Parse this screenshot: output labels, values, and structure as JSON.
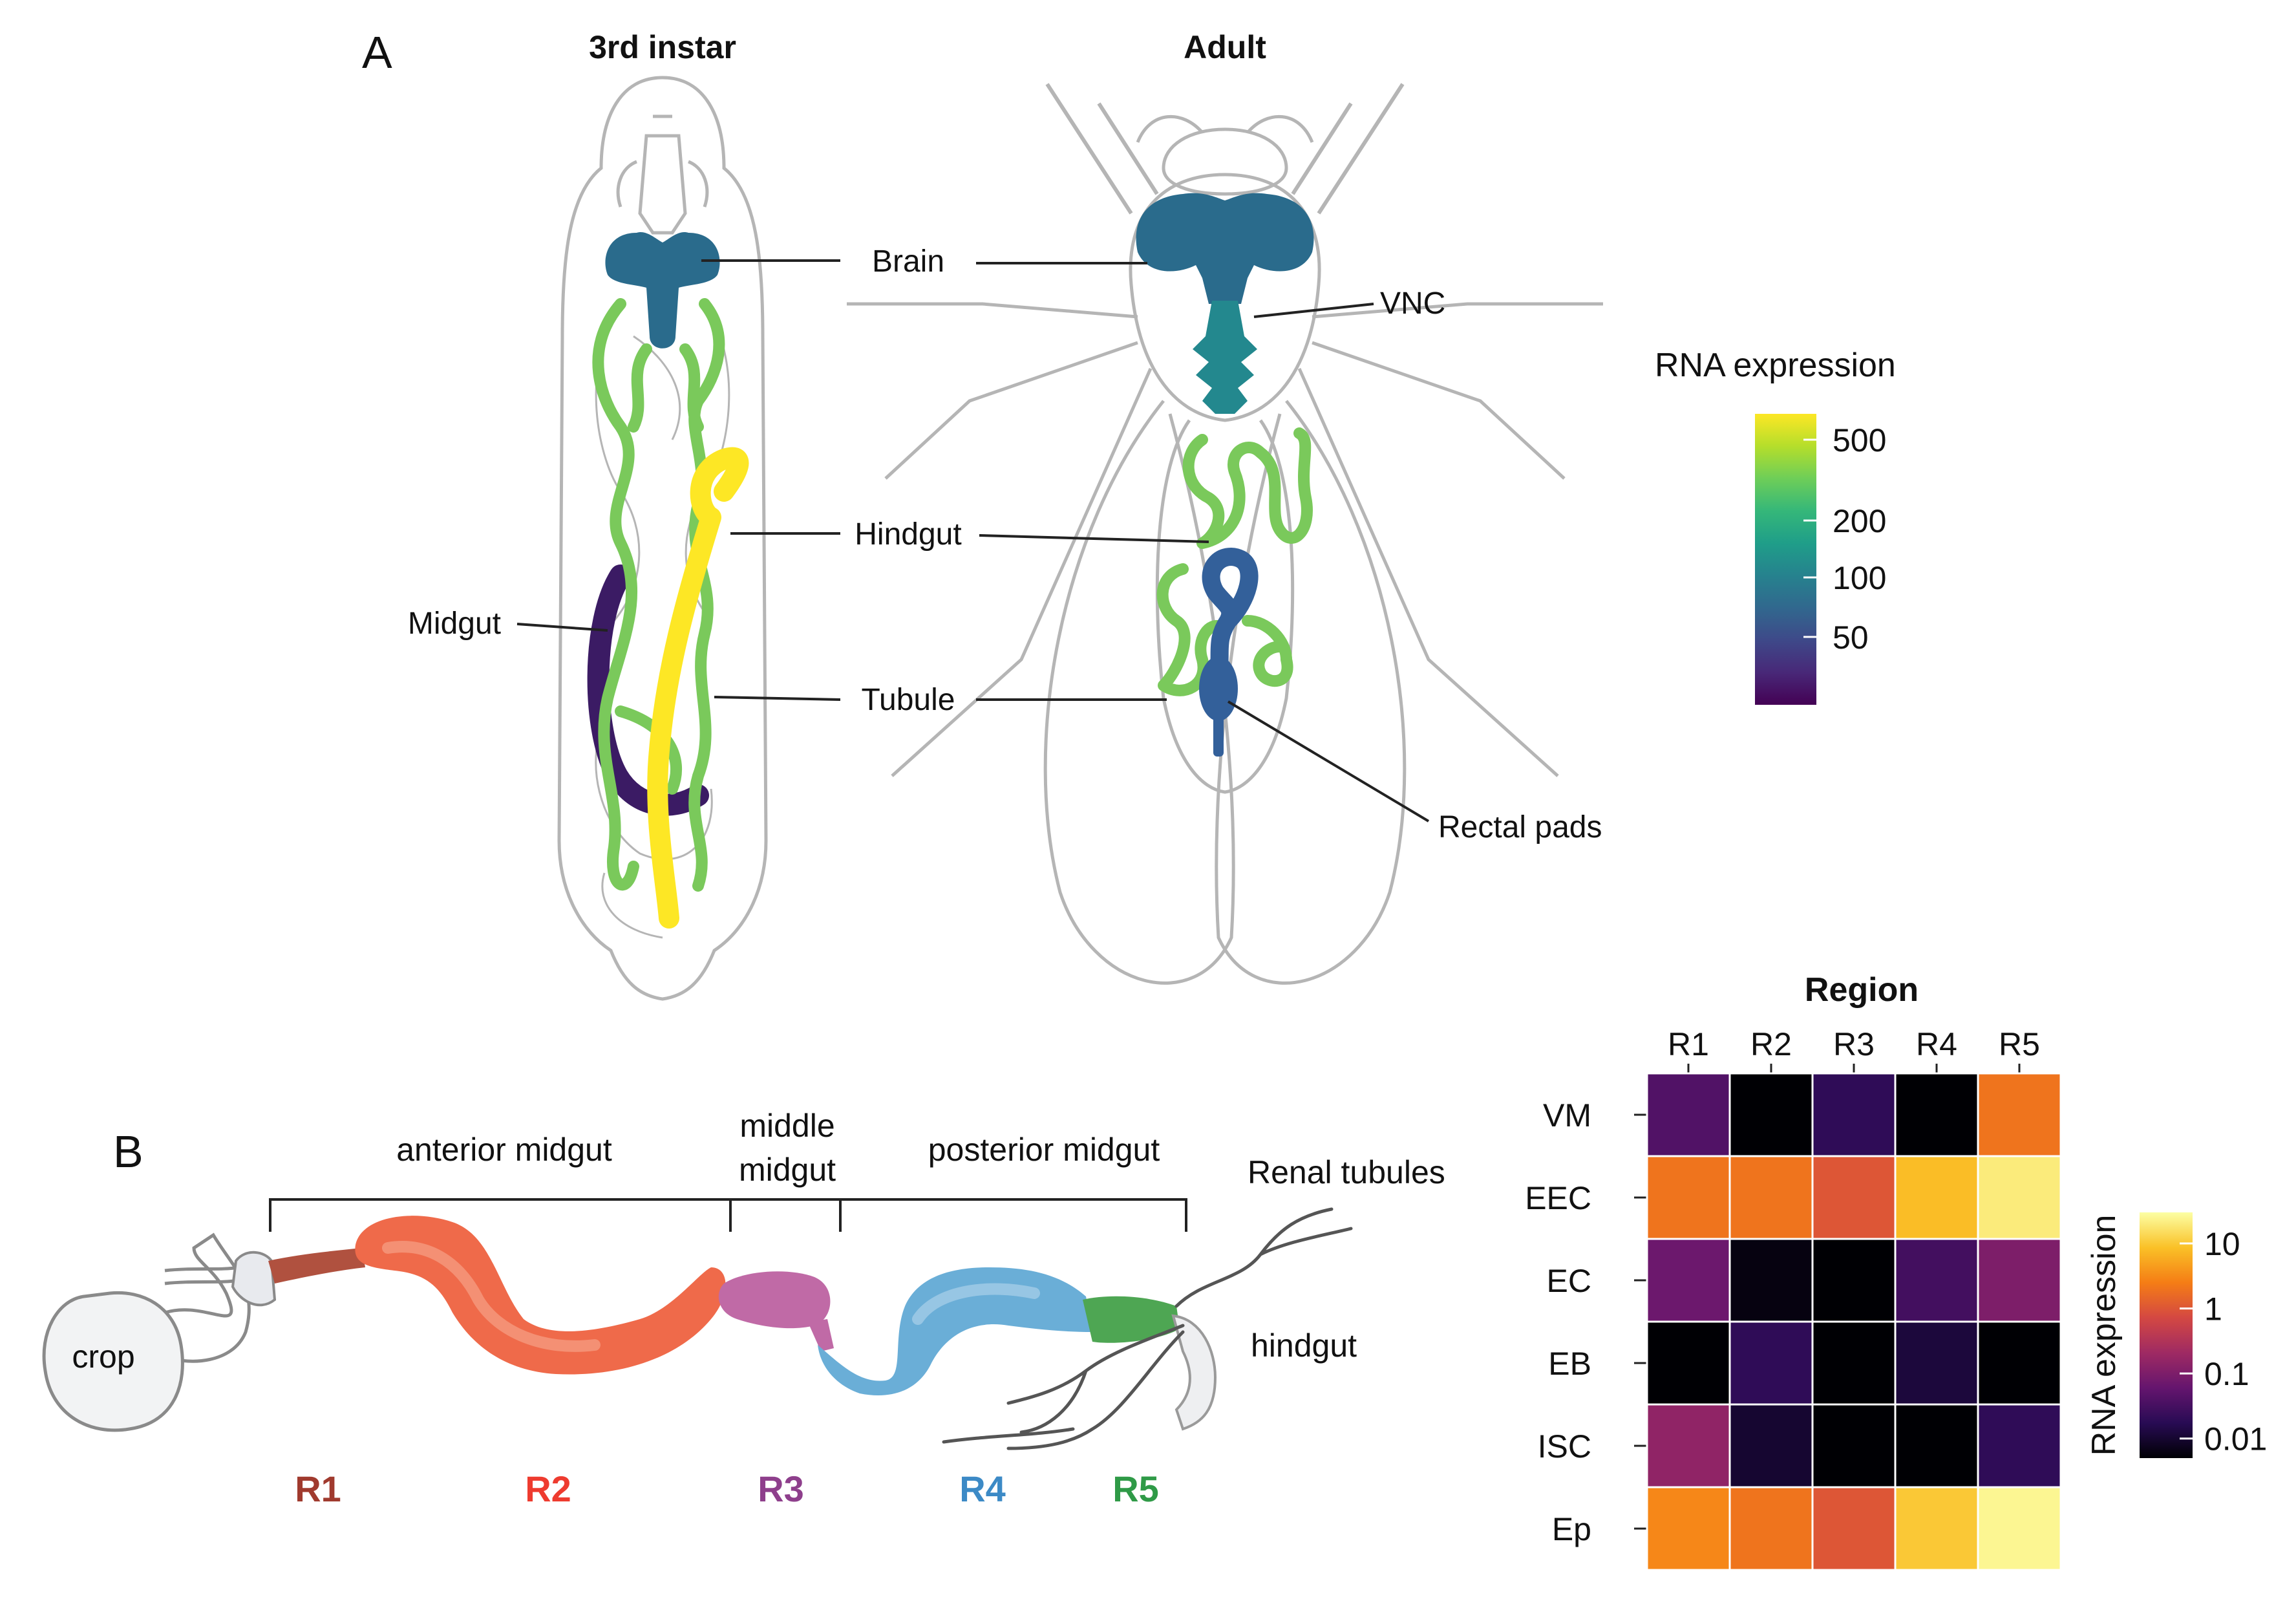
{
  "panel_a": {
    "letter": "A",
    "larva_title": "3rd instar",
    "adult_title": "Adult",
    "labels": {
      "brain": "Brain",
      "vnc": "VNC",
      "hindgut": "Hindgut",
      "midgut": "Midgut",
      "tubule": "Tubule",
      "rectal_pads": "Rectal pads"
    },
    "colorbar": {
      "title": "RNA expression",
      "ticks": [
        "500",
        "200",
        "100",
        "50"
      ],
      "palette": [
        "#fde725",
        "#b5de2b",
        "#6ece58",
        "#35b779",
        "#1f9e89",
        "#26828e",
        "#31688e",
        "#3e4989",
        "#482878",
        "#440154"
      ]
    },
    "tissue_colors": {
      "brain": "#2a6b8c",
      "vnc": "#23888e",
      "tubule": "#7ac95b",
      "hindgut_larva": "#fde725",
      "midgut_larva": "#3b1b64",
      "hindgut_adult": "#33609a"
    }
  },
  "panel_b": {
    "letter": "B",
    "section_labels": {
      "anterior": "anterior midgut",
      "middle_1": "middle",
      "middle_2": "midgut",
      "posterior": "posterior midgut",
      "renal": "Renal tubules",
      "hindgut": "hindgut",
      "crop": "crop"
    },
    "regions": [
      {
        "label": "R1",
        "color": "#a03a2e"
      },
      {
        "label": "R2",
        "color": "#ee3b2f"
      },
      {
        "label": "R3",
        "color": "#8e3f8c"
      },
      {
        "label": "R4",
        "color": "#3c8ac6"
      },
      {
        "label": "R5",
        "color": "#2f9a47"
      }
    ]
  },
  "chart_data": {
    "type": "heatmap",
    "title": "Region",
    "columns": [
      "R1",
      "R2",
      "R3",
      "R4",
      "R5"
    ],
    "rows": [
      "VM",
      "EEC",
      "EC",
      "EB",
      "ISC",
      "Ep"
    ],
    "scale": "log10",
    "values": [
      [
        0.04,
        0.005,
        0.02,
        0.004,
        2
      ],
      [
        2,
        2,
        1,
        8,
        20
      ],
      [
        0.07,
        0.006,
        0.005,
        0.03,
        0.1
      ],
      [
        0.005,
        0.02,
        0.005,
        0.012,
        0.005
      ],
      [
        0.15,
        0.01,
        0.005,
        0.005,
        0.02
      ],
      [
        3,
        2,
        1,
        10,
        25
      ]
    ],
    "colorbar_title": "RNA expression",
    "colorbar_ticks": [
      "10",
      "1",
      "0.1",
      "0.01"
    ],
    "colorbar_tick_values": [
      10,
      1,
      0.1,
      0.01
    ],
    "palette": [
      "#000004",
      "#280b54",
      "#65156e",
      "#9f2a63",
      "#d44842",
      "#f57d15",
      "#fac127",
      "#fcffa4"
    ]
  }
}
